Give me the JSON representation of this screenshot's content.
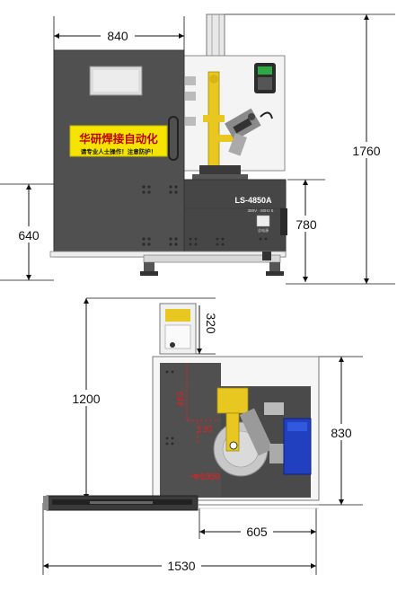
{
  "front_view": {
    "dims": {
      "width_top": "840",
      "height_total": "1760",
      "height_table": "780",
      "height_lower": "640"
    },
    "sign_title": "华研焊接自动化",
    "sign_subtitle": "请专业人士操作！注意防护！",
    "model_label": "LS-4850A",
    "model_sub": "380V · 50Hz 5",
    "small_panel_label": "总电源"
  },
  "plan_view": {
    "dims": {
      "top_small": "320",
      "height_left": "1200",
      "height_right": "830",
      "width_inner": "605",
      "width_total": "1530"
    },
    "red_labels": {
      "r1": "465",
      "r2": "130",
      "r3": "Φ1350"
    }
  },
  "colors": {
    "body": "#505050",
    "body_dark": "#3e3e3e",
    "sign_yellow": "#f5e400",
    "arm_yellow": "#e8c820",
    "motor_blue": "#2040c0",
    "red": "#e02020"
  }
}
